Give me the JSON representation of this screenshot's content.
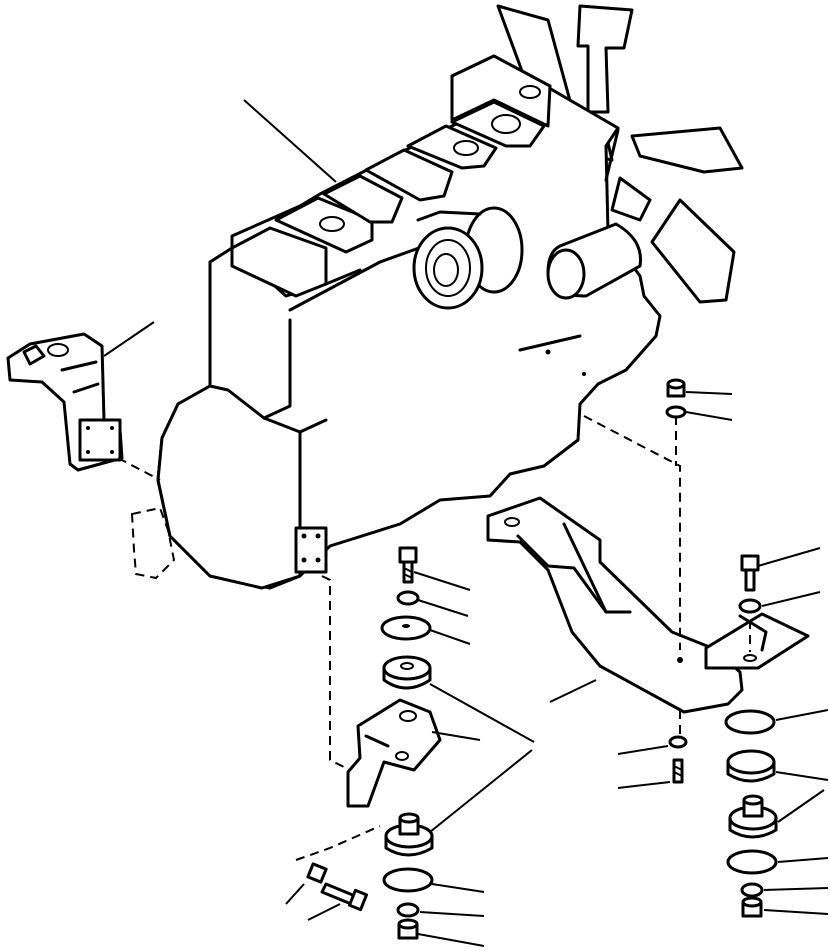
{
  "diagram": {
    "background": "#ffffff",
    "ink": "#000000",
    "parts": [
      "engine-block",
      "cooling-fan",
      "front-left-engine-bracket",
      "front-mount-bracket",
      "rear-mount-frame",
      "mounting-bolt",
      "washer",
      "rubber-cushion",
      "nut"
    ]
  }
}
